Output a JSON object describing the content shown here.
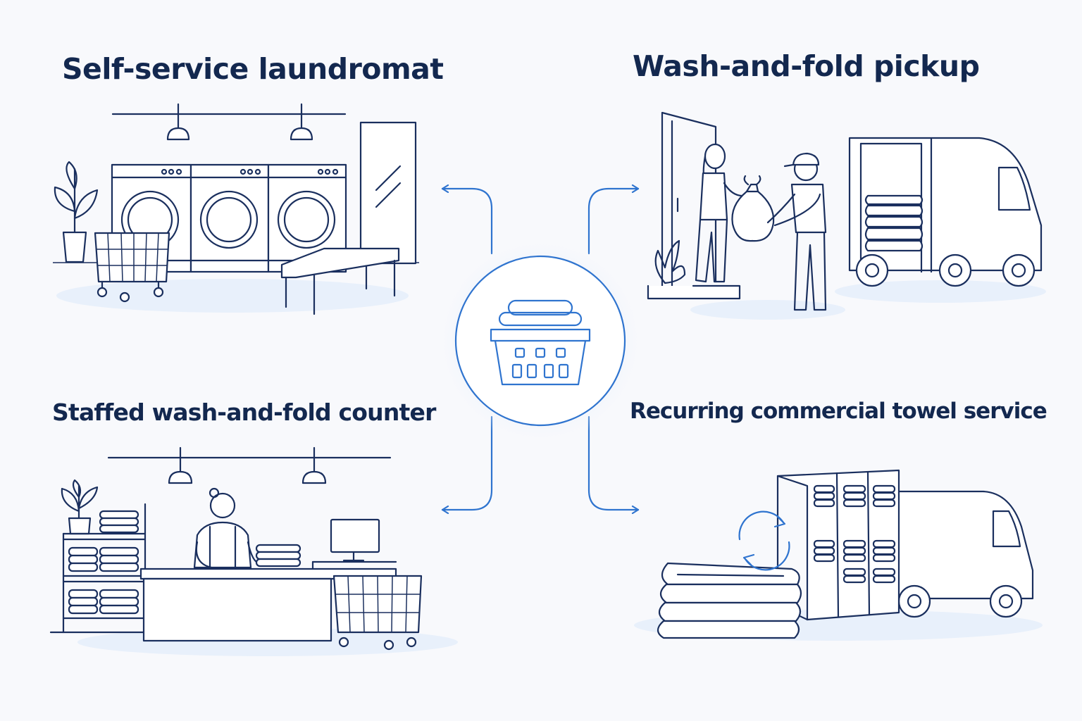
{
  "titles": {
    "self_service": "Self-service laundromat",
    "pickup": "Wash-and-fold pickup",
    "staffed": "Staffed wash-and-fold counter",
    "towel": "Recurring commercial towel service"
  },
  "colors": {
    "text": "#13284f",
    "line": "#1a2f5e",
    "accent": "#2f74cf",
    "background": "#f8f9fc"
  },
  "icons": {
    "hub": "laundry-basket-icon",
    "refresh": "recurring-arrows-icon"
  }
}
